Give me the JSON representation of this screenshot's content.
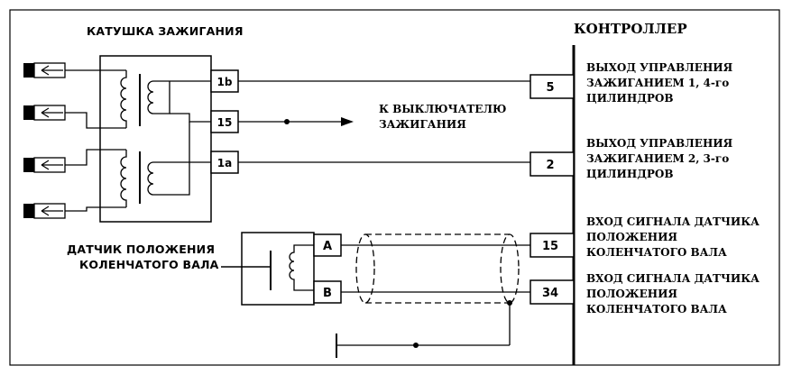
{
  "title": "КОНТРОЛЛЕР",
  "coil": {
    "label": "КАТУШКА ЗАЖИГАНИЯ",
    "terminals": [
      "1b",
      "15",
      "1a"
    ]
  },
  "to_switch": [
    "К ВЫКЛЮЧАТЕЛЮ",
    "ЗАЖИГАНИЯ"
  ],
  "sensor": {
    "label": [
      "ДАТЧИК ПОЛОЖЕНИЯ",
      "КОЛЕНЧАТОГО ВАЛА"
    ],
    "terminals": [
      "A",
      "B"
    ]
  },
  "controller_pins": [
    {
      "pin": "5",
      "lines": [
        "ВЫХОД УПРАВЛЕНИЯ",
        "ЗАЖИГАНИЕМ 1, 4-го",
        "ЦИЛИНДРОВ"
      ]
    },
    {
      "pin": "2",
      "lines": [
        "ВЫХОД УПРАВЛЕНИЯ",
        "ЗАЖИГАНИЕМ 2, 3-го",
        "ЦИЛИНДРОВ"
      ]
    },
    {
      "pin": "15",
      "lines": [
        "ВХОД СИГНАЛА ДАТЧИКА",
        "ПОЛОЖЕНИЯ",
        "КОЛЕНЧАТОГО ВАЛА"
      ]
    },
    {
      "pin": "34",
      "lines": [
        "ВХОД СИГНАЛА ДАТЧИКА",
        "ПОЛОЖЕНИЯ",
        "КОЛЕНЧАТОГО ВАЛА"
      ]
    }
  ]
}
